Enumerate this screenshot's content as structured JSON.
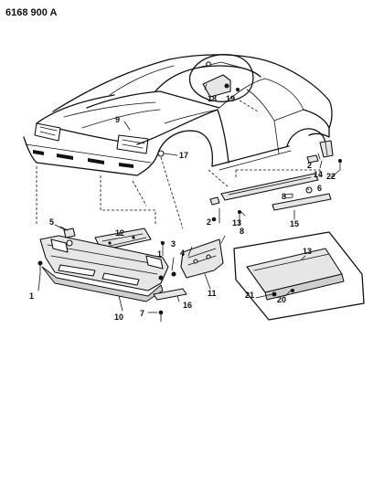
{
  "document_number": "6168 900 A",
  "callouts": {
    "c1a": "1",
    "c1b": "1",
    "c2a": "2",
    "c2b": "2",
    "c3": "3",
    "c4": "4",
    "c5": "5",
    "c6": "6",
    "c7": "7",
    "c8a": "8",
    "c8b": "8",
    "c9": "9",
    "c10": "10",
    "c11": "11",
    "c12": "12",
    "c13a": "13",
    "c13b": "13",
    "c14": "14",
    "c15": "15",
    "c16": "16",
    "c17": "17",
    "c18": "18",
    "c19": "19",
    "c20": "20",
    "c21": "21",
    "c22": "22"
  }
}
